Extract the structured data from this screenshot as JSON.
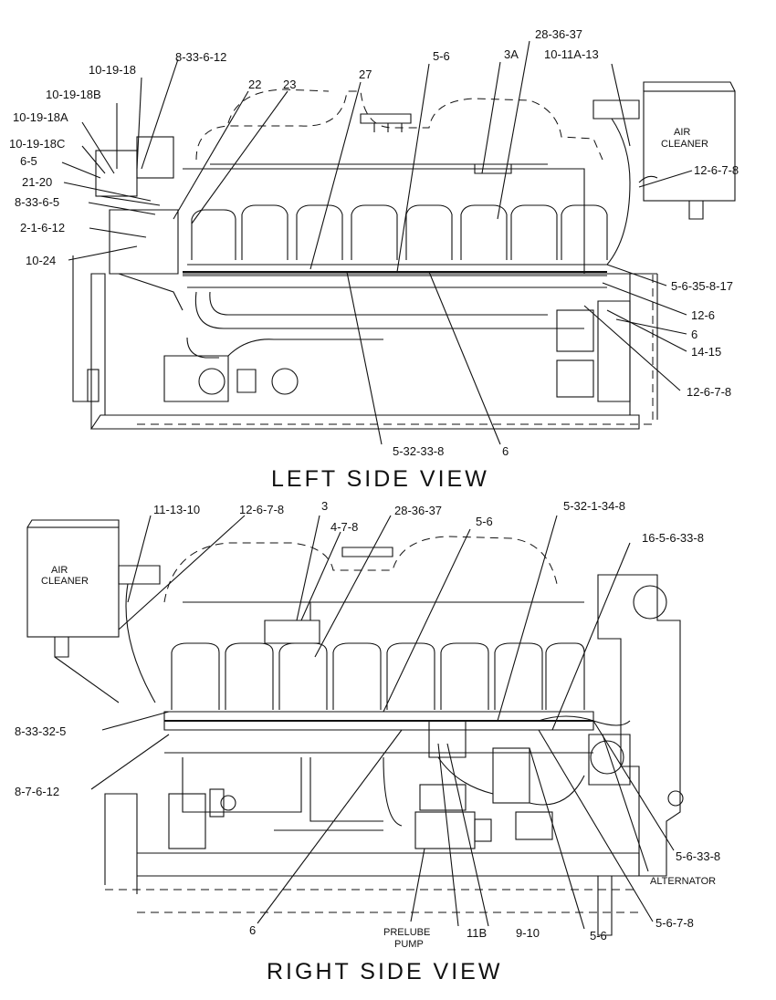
{
  "views": {
    "left": {
      "title": "LEFT SIDE VIEW",
      "air_cleaner": [
        "AIR",
        "CLEANER"
      ],
      "labels": [
        "8-33-6-12",
        "10-19-18",
        "10-19-18B",
        "10-19-18A",
        "10-19-18C",
        "6-5",
        "21-20",
        "8-33-6-5",
        "2-1-6-12",
        "10-24",
        "22",
        "23",
        "27",
        "5-6",
        "3A",
        "28-36-37",
        "10-11A-13",
        "12-6-7-8",
        "5-6-35-8-17",
        "12-6",
        "6",
        "14-15",
        "12-6-7-8",
        "5-32-33-8",
        "6"
      ]
    },
    "right": {
      "title": "RIGHT SIDE VIEW",
      "air_cleaner": [
        "AIR",
        "CLEANER"
      ],
      "labels": [
        "11-13-10",
        "12-6-7-8",
        "3",
        "4-7-8",
        "28-36-37",
        "5-6",
        "5-32-1-34-8",
        "16-5-6-33-8",
        "8-33-32-5",
        "8-7-6-12",
        "5-6-33-8",
        "ALTERNATOR",
        "5-6-7-8",
        "5-6",
        "9-10",
        "11B",
        "6"
      ],
      "prelube_pump": [
        "PRELUBE",
        "PUMP"
      ]
    }
  }
}
